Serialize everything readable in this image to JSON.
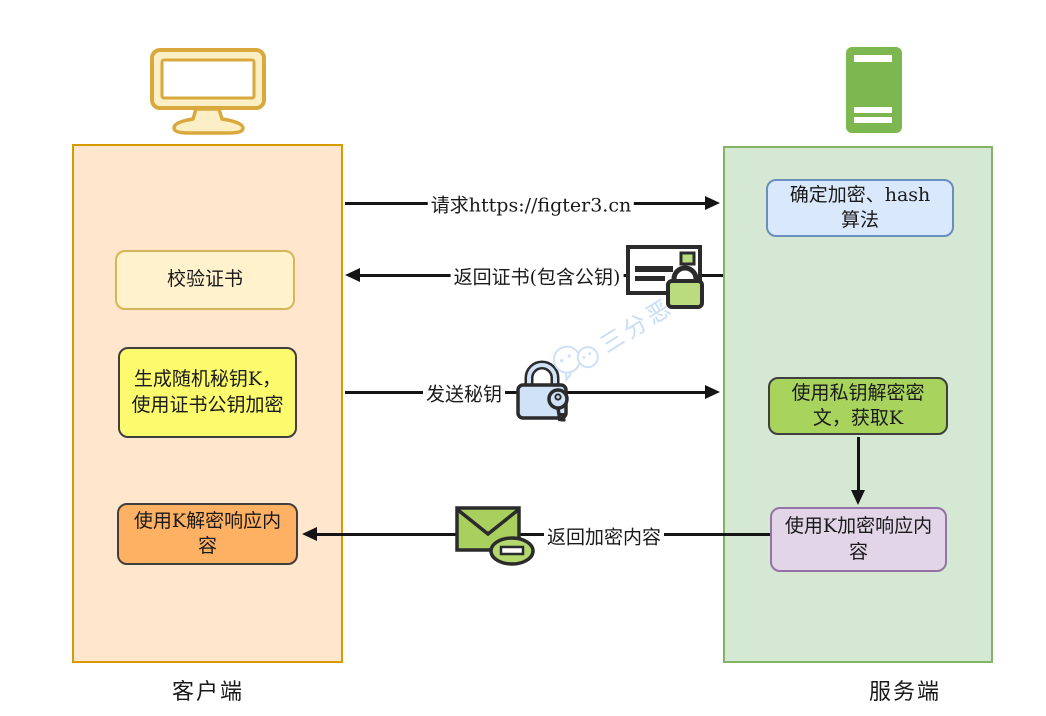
{
  "client": {
    "caption": "客户端",
    "icon": "monitor-icon",
    "boxes": {
      "verify_cert": "校验证书",
      "generate_key": "生成随机秘钥K，使用证书公钥加密",
      "decrypt_response": "使用K解密响应内容"
    }
  },
  "server": {
    "caption": "服务端",
    "icon": "server-icon",
    "boxes": {
      "decide_algorithm": "确定加密、hash算法",
      "decrypt_key": "使用私钥解密密文，获取K",
      "encrypt_response": "使用K加密响应内容"
    }
  },
  "arrows": {
    "request": "请求https://figter3.cn",
    "return_certificate": "返回证书(包含公钥)",
    "send_key": "发送秘钥",
    "return_encrypted": "返回加密内容"
  },
  "icons": {
    "client": "monitor-icon",
    "server": "server-icon",
    "certificate": "certificate-lock-icon",
    "key": "padlock-key-icon",
    "mail": "encrypted-mail-icon",
    "watermark": "wechat-bubbles-icon"
  },
  "watermark": {
    "text": "三分恶"
  },
  "colors": {
    "client_panel_fill": "#FFE6CC",
    "client_panel_border": "#D79B00",
    "server_panel_fill": "#D5E8D4",
    "server_panel_border": "#82B366",
    "verify_box_fill": "#FFF2CC",
    "verify_box_border": "#D6B656",
    "genkey_box_fill": "#FBFB6D",
    "decrypt_response_box_fill": "#FFB163",
    "algo_box_fill": "#DAE8FC",
    "algo_box_border": "#6C8EBF",
    "decrypt_key_box_fill": "#A8D35C",
    "encrypt_response_box_fill": "#E1D5E7",
    "encrypt_response_box_border": "#9673A6",
    "monitor_icon": "#D9A93D",
    "server_icon": "#7CB84F",
    "arrow": "#141414",
    "watermark": "#C6DDF6"
  }
}
